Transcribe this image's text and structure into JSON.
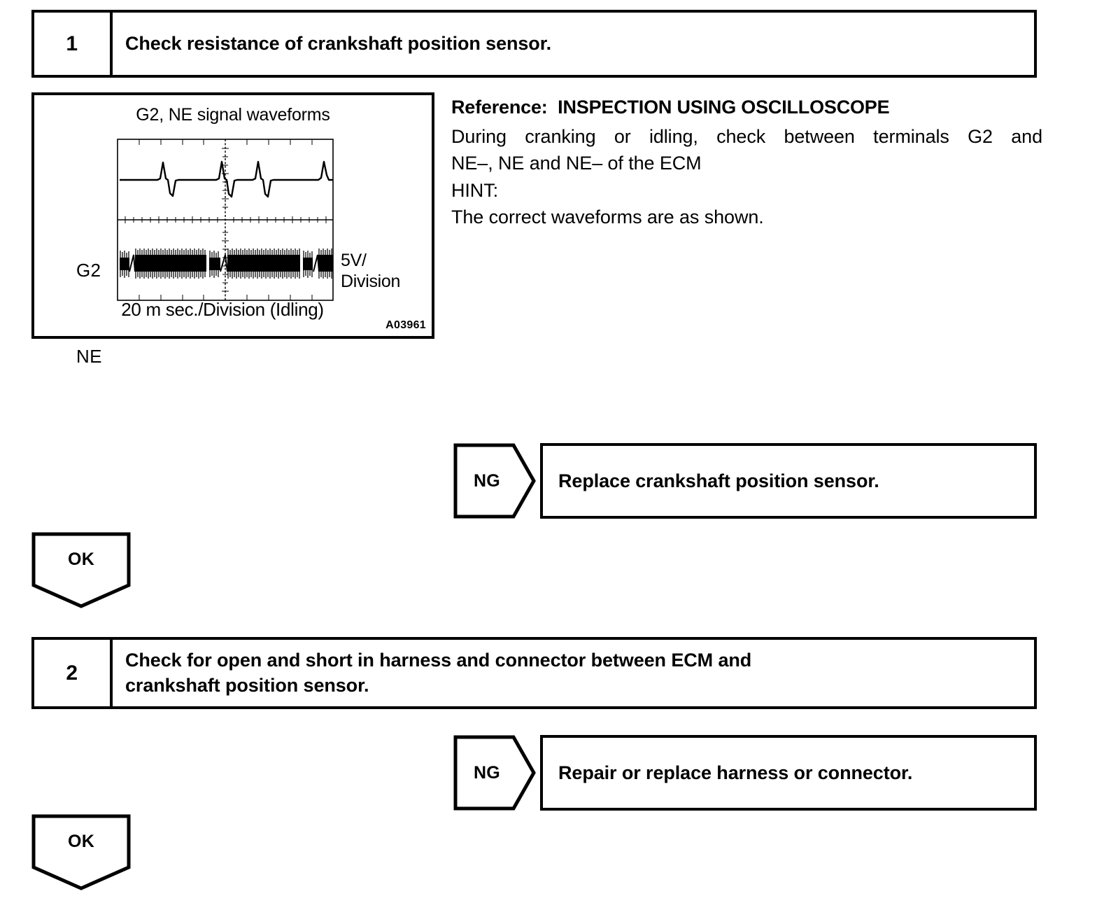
{
  "steps": [
    {
      "number": "1",
      "text": "Check resistance of crankshaft position sensor."
    },
    {
      "number": "2",
      "line1": "Check for open and short in harness and connector between ECM and",
      "line2": "crankshaft position sensor."
    }
  ],
  "figure": {
    "title": "G2, NE signal waveforms",
    "trace_g2_label": "G2",
    "trace_ne_label": "NE",
    "vertical_scale": "5V/\nDivision",
    "vertical_scale_line1": "5V/",
    "vertical_scale_line2": "Division",
    "time_base": "20 m sec./Division (Idling)",
    "code": "A03961"
  },
  "reference": {
    "heading": "Reference:  INSPECTION USING OSCILLOSCOPE",
    "line1": "During cranking or idling, check between terminals G2 and",
    "line2": "NE–, NE and NE– of the ECM",
    "line3": "HINT:",
    "line4": "The correct waveforms are as shown."
  },
  "branches": [
    {
      "result_label": "NG",
      "action": "Replace crankshaft position sensor."
    },
    {
      "result_label": "NG",
      "action": "Repair or replace harness or connector."
    }
  ],
  "ok_arrows": [
    {
      "label": "OK"
    },
    {
      "label": "OK"
    }
  ],
  "chart_data": {
    "type": "line",
    "title": "G2, NE signal waveforms",
    "xlabel": "20 m sec./Division (Idling)",
    "ylabel": "5V/Division",
    "grid": true,
    "x_divisions": 5,
    "y_divisions": 4,
    "series": [
      {
        "name": "G2",
        "description": "Flat baseline with periodic bipolar spikes: a sharp positive peak immediately followed by a negative dip, repeating about once per division-and-a-half.",
        "baseline_volts": 0,
        "peak_positive_volts": 5,
        "peak_negative_volts": -5,
        "pulse_positions_div": [
          1.1,
          2.6,
          3.6,
          5.0
        ]
      },
      {
        "name": "NE",
        "description": "Dense high-frequency pulse train filling a band, with narrow gaps (missing teeth) at regular intervals.",
        "band_amplitude_volts": 5,
        "gap_positions_div": [
          0.35,
          2.6,
          4.5
        ]
      }
    ]
  },
  "colors": {
    "ink": "#000000",
    "paper": "#ffffff"
  }
}
